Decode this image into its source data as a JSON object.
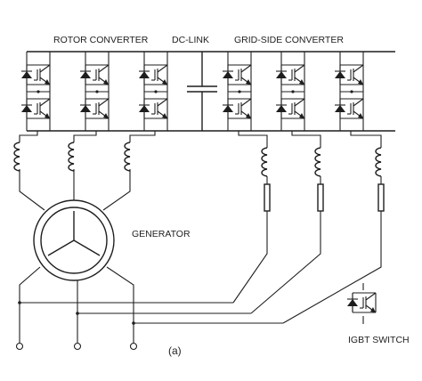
{
  "labels": {
    "rotor_converter": "ROTOR CONVERTER",
    "dc_link": "DC-LINK",
    "grid_side_converter": "GRID-SIDE CONVERTER",
    "generator": "GENERATOR",
    "igbt_switch": "IGBT SWITCH",
    "caption": "(a)"
  }
}
